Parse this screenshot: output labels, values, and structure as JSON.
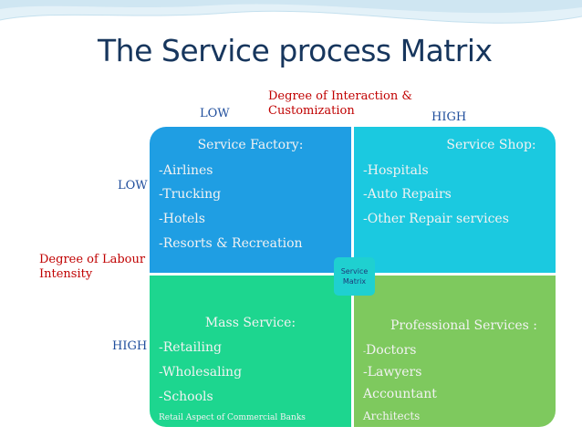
{
  "title": "The Service process Matrix",
  "axes": {
    "top_title_line1": "Degree of Interaction &",
    "top_title_line2": "Customization",
    "top_low": "LOW",
    "top_high": "HIGH",
    "left_title_line1": "Degree of Labour",
    "left_title_line2": "Intensity",
    "left_low": "LOW",
    "left_high": "HIGH"
  },
  "center_label_line1": "Service",
  "center_label_line2": "Matrix",
  "quadrants": {
    "service_factory": {
      "title": "Service Factory:",
      "items": [
        "-Airlines",
        "-Trucking",
        "-Hotels",
        "-Resorts & Recreation"
      ]
    },
    "service_shop": {
      "title": "Service Shop:",
      "items": [
        "-Hospitals",
        "-Auto Repairs",
        "-Other Repair services"
      ]
    },
    "mass_service": {
      "title": "Mass Service:",
      "items": [
        "-Retailing",
        "-Wholesaling",
        "-Schools",
        "Retail Aspect of Commercial Banks"
      ]
    },
    "professional_services": {
      "title": "Professional Services :",
      "item1_dash": "-",
      "item1_text": "Doctors",
      "items": [
        "-Lawyers",
        "Accountant",
        "Architects"
      ]
    }
  },
  "colors": {
    "title": "#17365d",
    "axis_level_text": "#1f4e9c",
    "axis_title_text": "#c00000",
    "service_factory": "#1f9ee3",
    "service_shop": "#1bc9e0",
    "mass_service": "#1dd68f",
    "professional_services": "#7ec95e",
    "center_box": "#1fd0d0"
  }
}
